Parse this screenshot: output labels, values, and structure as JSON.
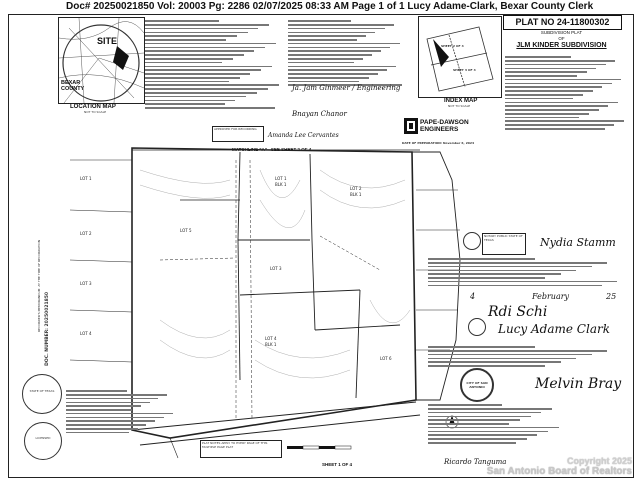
{
  "header": {
    "recording_line": "Doc# 20250021850 Vol: 20003  Pg: 2286 02/07/2025 08:33 AM Page 1 of 1 Lucy Adame-Clark, Bexar County Clerk"
  },
  "location_map": {
    "site_label": "SITE",
    "county_label": "BEXAR\nCOUNTY",
    "title": "LOCATION MAP",
    "scale": "NOT TO SCALE"
  },
  "plat_title": {
    "plat_no": "PLAT NO 24-11800302",
    "subtitle": "SUBDIVISION PLAT",
    "of": "OF",
    "name": "JLM KINDER SUBDIVISION"
  },
  "index_map": {
    "title": "INDEX MAP",
    "scale": "NOT TO SCALE",
    "sheet_labels": [
      "SHEET 2 OF 4",
      "SHEET 3 OF 4"
    ]
  },
  "engineer": {
    "name_line1": "PAPE-DAWSON",
    "name_line2": "ENGINEERS",
    "date_prepared": "DATE OF PREPARATION: November 6, 2024"
  },
  "matchline": {
    "top": "MATCHLINE \"A\" - SEE SHEET 2 OF 4",
    "bottom": "SHEET 1 OF 4"
  },
  "doc_number": {
    "vertical": "DOC. NUMBER: 20250021850"
  },
  "date_block": {
    "day": "4",
    "month": "February",
    "year": "25"
  },
  "watermark": {
    "line1": "Copyright 2025",
    "line2": "San Antonio Board of Realtors"
  },
  "notes_line_counts": {
    "left_notes": 24,
    "right_notes": 11
  },
  "colors": {
    "ink": "#111111",
    "paper": "#ffffff",
    "watermark": "#c8c8c8"
  }
}
